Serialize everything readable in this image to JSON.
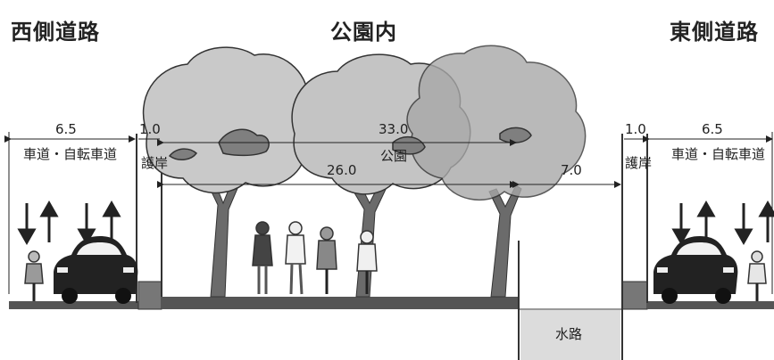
{
  "headers": {
    "west_road": "西側道路",
    "park_interior": "公園内",
    "east_road": "東側道路"
  },
  "dimensions": {
    "west_road_width": "6.5",
    "west_revetment_width": "1.0",
    "park_total_width": "33.0",
    "park_land_width": "26.0",
    "waterway_width": "7.0",
    "east_revetment_width": "1.0",
    "east_road_width": "6.5"
  },
  "labels": {
    "west_road_use": "車道・自転車道",
    "west_revetment": "護岸",
    "park": "公園",
    "east_revetment": "護岸",
    "east_road_use": "車道・自転車道",
    "waterway": "水路"
  },
  "colors": {
    "line": "#333333",
    "ground": "#555555",
    "trunk": "#6b6b6b",
    "canopy_dark": "#8e8e8e",
    "canopy_light": "#cfcfcf",
    "car": "#222222",
    "water_box": "#dcdcdc"
  }
}
